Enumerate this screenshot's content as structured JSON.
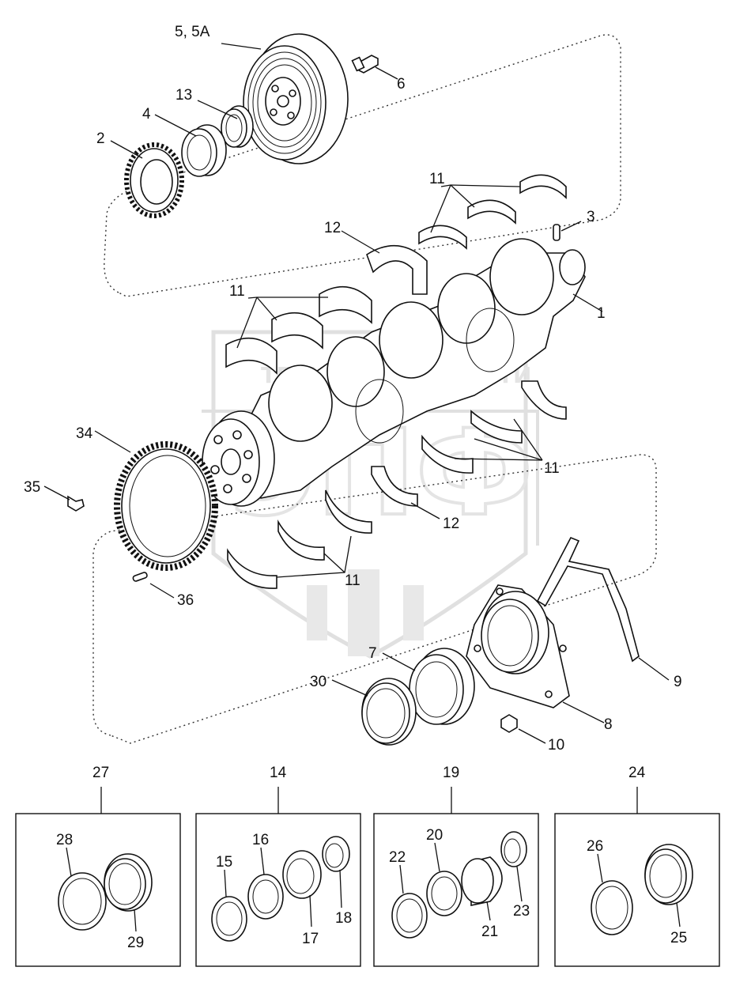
{
  "watermark": {
    "line1": "ТЕХНИКА",
    "line2": "ЗАПЧАСТИ",
    "logo_text": "ЭПФ"
  },
  "callouts": {
    "c1": "1",
    "c2": "2",
    "c3": "3",
    "c4": "4",
    "c5": "5, 5A",
    "c6": "6",
    "c7": "7",
    "c8": "8",
    "c9": "9",
    "c10": "10",
    "c11a": "11",
    "c11b": "11",
    "c11c": "11",
    "c11d": "11",
    "c12a": "12",
    "c12b": "12",
    "c13": "13",
    "c14": "14",
    "c15": "15",
    "c16": "16",
    "c17": "17",
    "c18": "18",
    "c19": "19",
    "c20": "20",
    "c21": "21",
    "c22": "22",
    "c23": "23",
    "c24": "24",
    "c25": "25",
    "c26": "26",
    "c27": "27",
    "c28": "28",
    "c29": "29",
    "c30": "30",
    "c34": "34",
    "c35": "35",
    "c36": "36"
  }
}
